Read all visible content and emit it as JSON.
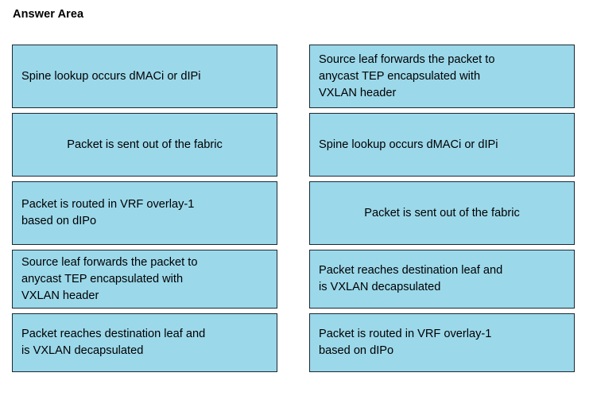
{
  "page": {
    "title": "Answer Area",
    "box_fill_color": "#9BD8EA",
    "box_border_color": "#1b2a33",
    "background_color": "#ffffff",
    "text_color": "#000000"
  },
  "columns": {
    "left": {
      "name": "left-answer-column",
      "items": [
        {
          "text": "Spine lookup occurs dMACi or dIPi",
          "align": "left",
          "height": "tall",
          "lines": 1
        },
        {
          "text": "Packet is sent out of the fabric",
          "align": "center",
          "height": "tall",
          "lines": 1
        },
        {
          "text": "Packet is routed in VRF overlay-1\nbased on dIPo",
          "align": "left",
          "height": "tall",
          "lines": 2
        },
        {
          "text": "Source leaf forwards the packet to\nanycast TEP encapsulated with\nVXLAN header",
          "align": "left",
          "height": "short",
          "lines": 3
        },
        {
          "text": "Packet reaches destination leaf and\nis VXLAN decapsulated",
          "align": "left",
          "height": "short",
          "lines": 2
        }
      ]
    },
    "right": {
      "name": "right-answer-column",
      "items": [
        {
          "text": "Source leaf forwards the packet to\nanycast TEP encapsulated with\nVXLAN header",
          "align": "left",
          "height": "tall",
          "lines": 3
        },
        {
          "text": "Spine lookup occurs dMACi or dIPi",
          "align": "left",
          "height": "tall",
          "lines": 1
        },
        {
          "text": "Packet is sent out of the fabric",
          "align": "center",
          "height": "tall",
          "lines": 1
        },
        {
          "text": "Packet reaches destination leaf and\nis VXLAN decapsulated",
          "align": "left",
          "height": "short",
          "lines": 2
        },
        {
          "text": "Packet is routed in VRF overlay-1\nbased on dIPo",
          "align": "left",
          "height": "short",
          "lines": 2
        }
      ]
    }
  }
}
